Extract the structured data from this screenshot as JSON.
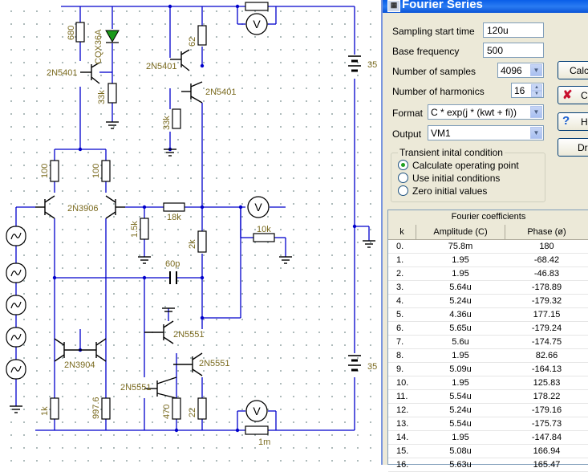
{
  "dialog": {
    "title": "Fourier Series",
    "sampling_start_label": "Sampling start time",
    "sampling_start_value": "120u",
    "base_frequency_label": "Base frequency",
    "base_frequency_value": "500",
    "num_samples_label": "Number of samples",
    "num_samples_value": "4096",
    "num_harmonics_label": "Number of harmonics",
    "num_harmonics_value": "16",
    "format_label": "Format",
    "format_value": "C * exp(j * (kwt + fi))",
    "output_label": "Output",
    "output_value": "VM1",
    "transient_group_label": "Transient inital condition",
    "radio_operating_point": "Calculate operating point",
    "radio_initial_conditions": "Use initial conditions",
    "radio_zero_values": "Zero initial values",
    "buttons": {
      "calculate": "Calcu",
      "close": "C",
      "help": "H",
      "draw": "Dra"
    }
  },
  "fourier_table": {
    "caption": "Fourier coefficients",
    "headers": [
      "k",
      "Amplitude (C)",
      "Phase (ø)"
    ],
    "rows": [
      [
        "0.",
        "75.8m",
        "180"
      ],
      [
        "1.",
        "1.95",
        "-68.42"
      ],
      [
        "2.",
        "1.95",
        "-46.83"
      ],
      [
        "3.",
        "5.64u",
        "-178.89"
      ],
      [
        "4.",
        "5.24u",
        "-179.32"
      ],
      [
        "5.",
        "4.36u",
        "177.15"
      ],
      [
        "6.",
        "5.65u",
        "-179.24"
      ],
      [
        "7.",
        "5.6u",
        "-174.75"
      ],
      [
        "8.",
        "1.95",
        "82.66"
      ],
      [
        "9.",
        "5.09u",
        "-164.13"
      ],
      [
        "10.",
        "1.95",
        "125.83"
      ],
      [
        "11.",
        "5.54u",
        "178.22"
      ],
      [
        "12.",
        "5.24u",
        "-179.16"
      ],
      [
        "13.",
        "5.54u",
        "-175.73"
      ],
      [
        "14.",
        "1.95",
        "-147.84"
      ],
      [
        "15.",
        "5.08u",
        "166.94"
      ],
      [
        "16.",
        "5.63u",
        "165.47"
      ]
    ]
  },
  "schematic": {
    "labels": {
      "r680": "680",
      "led": "CQX36A",
      "q_2n5401_a": "2N5401",
      "r33k_a": "33k",
      "r62": "62",
      "q_2n5401_b": "2N5401",
      "q_2n5401_c": "2N5401",
      "r33k_b": "33k",
      "r100_a": "100",
      "r100_b": "100",
      "q_2n3906": "2N3906",
      "r18k": "18k",
      "r1_5k": "1.5k",
      "r2k": "2k",
      "r10k": "10k",
      "c60p": "60p",
      "q_2n5551_a": "2N5551",
      "q_2n5551_b": "2N5551",
      "q_2n5551_c": "2N5551",
      "q_2n3904": "2N3904",
      "r1k": "1k",
      "r997_6": "997.6",
      "r470": "470",
      "r22": "22",
      "r1m": "1m",
      "v35_top": "35",
      "v35_bot": "35",
      "meter_v": "V"
    }
  }
}
